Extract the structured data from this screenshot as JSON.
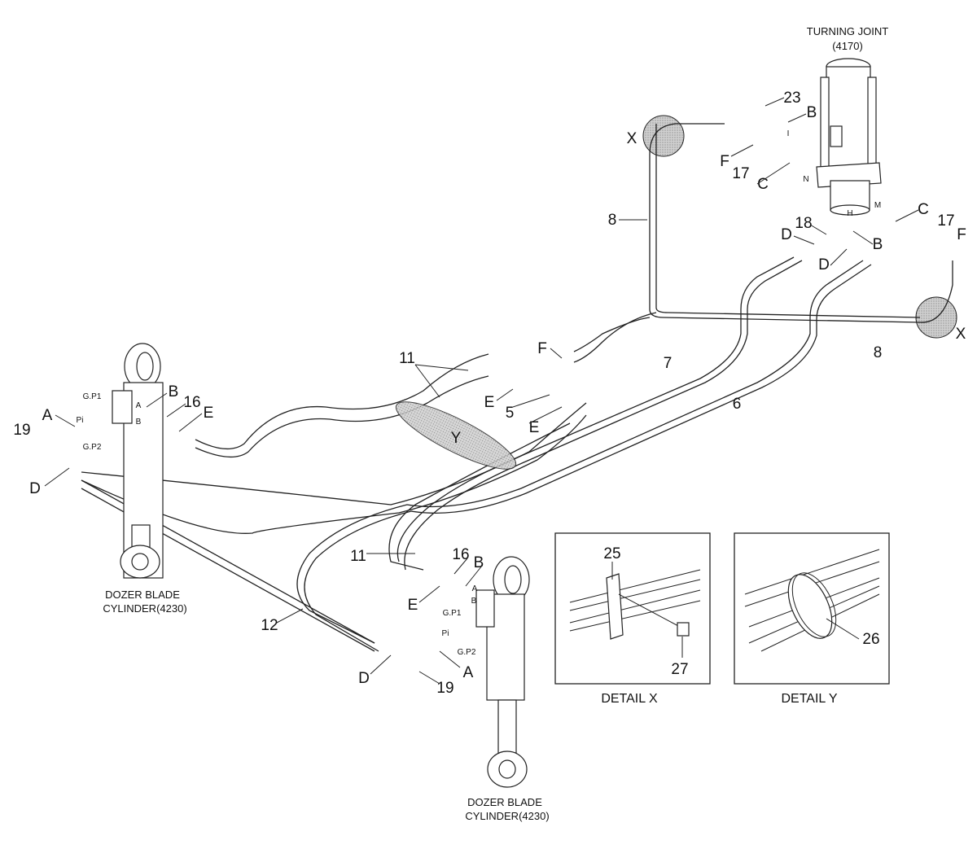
{
  "turning_joint": {
    "title": "TURNING JOINT",
    "code": "(4170)"
  },
  "cylinder_left": {
    "line1": "DOZER BLADE",
    "line2": "CYLINDER(4230)"
  },
  "cylinder_bottom": {
    "line1": "DOZER BLADE",
    "line2": "CYLINDER(4230)"
  },
  "detail_x": {
    "title": "DETAIL  X",
    "labels": [
      "25",
      "27"
    ]
  },
  "detail_y": {
    "title": "DETAIL  Y",
    "labels": [
      "26"
    ]
  },
  "callouts": [
    "23",
    "B",
    "X",
    "F",
    "17",
    "C",
    "8",
    "18",
    "D",
    "B",
    "D",
    "C",
    "17",
    "F",
    "X",
    "8",
    "11",
    "F",
    "7",
    "6",
    "E",
    "5",
    "E",
    "19",
    "A",
    "B",
    "16",
    "E",
    "D",
    "Y",
    "11",
    "16",
    "B",
    "E",
    "12",
    "D",
    "A",
    "19"
  ],
  "port_labels": [
    "G.P1",
    "Pi",
    "G.P2",
    "A",
    "B",
    "G.P1",
    "Pi",
    "G.P2",
    "A",
    "B",
    "I",
    "N",
    "M",
    "H"
  ],
  "colors": {
    "line": "#222222",
    "callout_circle": "#c8c8c8"
  }
}
